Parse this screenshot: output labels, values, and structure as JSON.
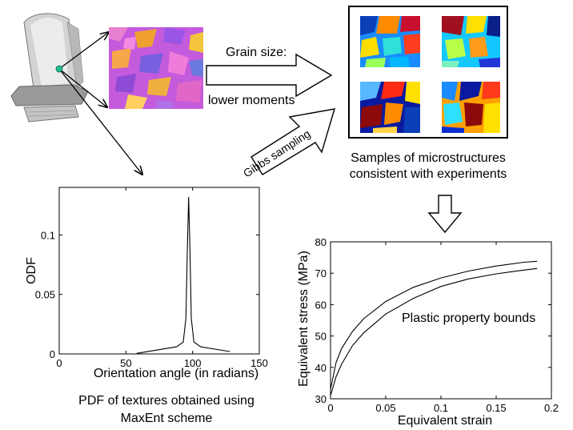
{
  "labels": {
    "grain_size": "Grain size:",
    "lower_moments": "lower moments",
    "gibbs": "Gibbs sampling",
    "samples_line1": "Samples of microstructures",
    "samples_line2": "consistent with experiments",
    "pdf_line1": "PDF of textures obtained using",
    "pdf_line2": "MaxEnt scheme"
  },
  "chart_data": [
    {
      "type": "line",
      "title": "",
      "xlabel": "Orientation angle (in radians)",
      "ylabel": "ODF",
      "xlim": [
        0,
        150
      ],
      "ylim": [
        0,
        0.14
      ],
      "xticks": [
        0,
        50,
        100,
        150
      ],
      "yticks": [
        0,
        0.05,
        0.1
      ],
      "grid": false,
      "series": [
        {
          "x": [
            58,
            88,
            93,
            95,
            96,
            97,
            98,
            99,
            101,
            106,
            128
          ],
          "y": [
            0.0005,
            0.006,
            0.01,
            0.03,
            0.085,
            0.132,
            0.09,
            0.03,
            0.01,
            0.006,
            0.002
          ]
        }
      ]
    },
    {
      "type": "line",
      "title": "",
      "xlabel": "Equivalent strain",
      "ylabel": "Equivalent stress (MPa)",
      "xlim": [
        0,
        0.2
      ],
      "ylim": [
        30,
        80
      ],
      "xticks": [
        0,
        0.05,
        0.1,
        0.15,
        0.2
      ],
      "yticks": [
        30,
        40,
        50,
        60,
        70,
        80
      ],
      "grid": false,
      "annotation": "Plastic property bounds",
      "series": [
        {
          "x": [
            0,
            0.005,
            0.01,
            0.02,
            0.03,
            0.05,
            0.075,
            0.1,
            0.125,
            0.15,
            0.175,
            0.187
          ],
          "y": [
            33,
            41.5,
            46,
            51.5,
            55.5,
            61,
            65.5,
            68.5,
            70.7,
            72.3,
            73.5,
            73.8
          ]
        },
        {
          "x": [
            0,
            0.005,
            0.01,
            0.02,
            0.03,
            0.05,
            0.075,
            0.1,
            0.125,
            0.15,
            0.175,
            0.187
          ],
          "y": [
            31,
            37,
            41,
            47,
            51,
            57,
            62,
            65.8,
            68.2,
            69.8,
            71,
            71.5
          ]
        }
      ]
    }
  ]
}
